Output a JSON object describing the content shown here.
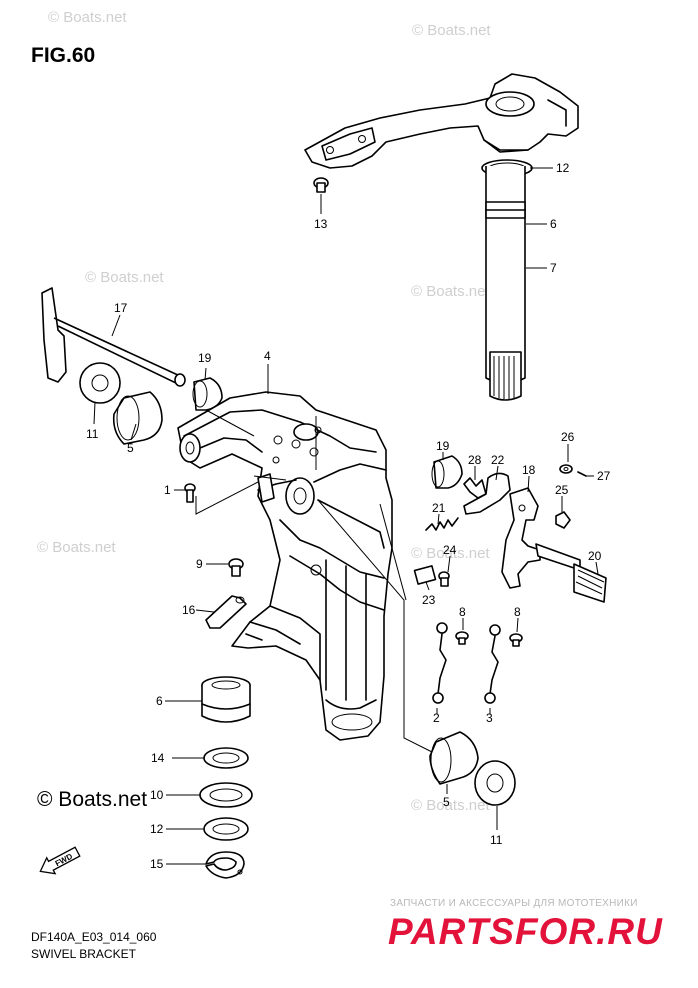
{
  "figure": {
    "title": "FIG.60",
    "model_code": "DF140A_E03_014_060",
    "caption": "SWIVEL BRACKET",
    "fwd_label": "FWD"
  },
  "watermarks": {
    "faint": "© Boats.net",
    "bold": "© Boats.net"
  },
  "dealer": {
    "tagline": "ЗАПЧАСТИ И АКСЕССУАРЫ ДЛЯ МОТОТЕХНИКИ",
    "logo": "PARTSFOR.RU",
    "logo_color": "#e3123a"
  },
  "callouts": [
    {
      "id": "c12a",
      "label": "12"
    },
    {
      "id": "c6a",
      "label": "6"
    },
    {
      "id": "c7",
      "label": "7"
    },
    {
      "id": "c13",
      "label": "13"
    },
    {
      "id": "c17",
      "label": "17"
    },
    {
      "id": "c19a",
      "label": "19"
    },
    {
      "id": "c4",
      "label": "4"
    },
    {
      "id": "c11a",
      "label": "11"
    },
    {
      "id": "c5a",
      "label": "5"
    },
    {
      "id": "c1",
      "label": "1"
    },
    {
      "id": "c19b",
      "label": "19"
    },
    {
      "id": "c28",
      "label": "28"
    },
    {
      "id": "c22",
      "label": "22"
    },
    {
      "id": "c26",
      "label": "26"
    },
    {
      "id": "c18",
      "label": "18"
    },
    {
      "id": "c25",
      "label": "25"
    },
    {
      "id": "c27",
      "label": "27"
    },
    {
      "id": "c21",
      "label": "21"
    },
    {
      "id": "c24",
      "label": "24"
    },
    {
      "id": "c20",
      "label": "20"
    },
    {
      "id": "c9",
      "label": "9"
    },
    {
      "id": "c23",
      "label": "23"
    },
    {
      "id": "c8a",
      "label": "8"
    },
    {
      "id": "c8b",
      "label": "8"
    },
    {
      "id": "c16",
      "label": "16"
    },
    {
      "id": "c2",
      "label": "2"
    },
    {
      "id": "c3",
      "label": "3"
    },
    {
      "id": "c6b",
      "label": "6"
    },
    {
      "id": "c14",
      "label": "14"
    },
    {
      "id": "c10",
      "label": "10"
    },
    {
      "id": "c5b",
      "label": "5"
    },
    {
      "id": "c12b",
      "label": "12"
    },
    {
      "id": "c11b",
      "label": "11"
    },
    {
      "id": "c15",
      "label": "15"
    }
  ]
}
